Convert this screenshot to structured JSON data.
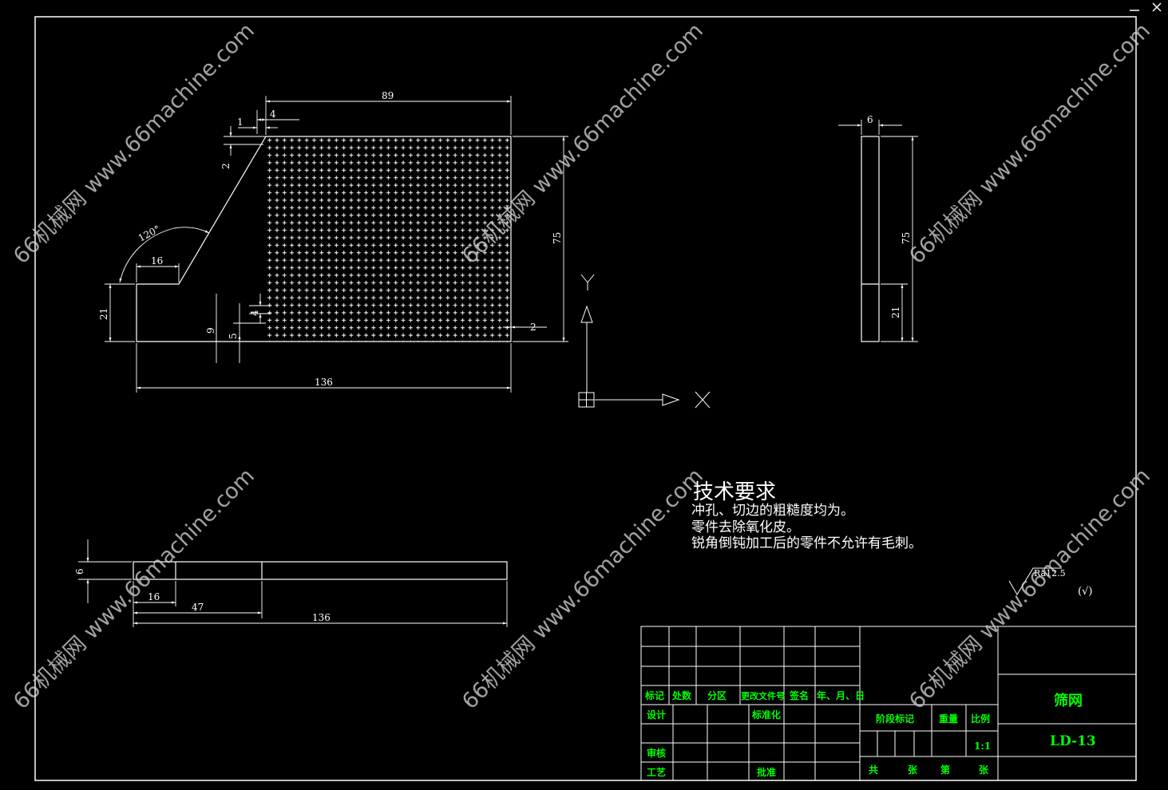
{
  "window": {
    "minimize_icon": "minimize-icon",
    "close_icon": "close-icon"
  },
  "watermark": "66机械网 www.66machine.com",
  "front_view": {
    "dims": {
      "top_width": "89",
      "offset_4": "4",
      "offset_1": "1",
      "offset_2_top": "2",
      "angle": "120°",
      "step_16": "16",
      "height_21": "21",
      "height_75": "75",
      "hole_9": "9",
      "hole_5": "5",
      "hole_4": "4",
      "edge_2": "2",
      "total_136": "136"
    }
  },
  "side_view": {
    "dims": {
      "thickness": "6",
      "height_75": "75",
      "height_21": "21"
    }
  },
  "bottom_view": {
    "dims": {
      "thickness": "6",
      "len_16": "16",
      "len_47": "47",
      "len_136": "136"
    }
  },
  "axis": {
    "y_label": "Y",
    "x_label": "X"
  },
  "tech_requirements": {
    "title": "技术要求",
    "lines": [
      "冲孔、切边的粗糙度均为。",
      "零件去除氧化皮。",
      "锐角倒钝加工后的零件不允许有毛刺。"
    ]
  },
  "roughness": {
    "value": "Ra12.5",
    "other": "(√)"
  },
  "title_block": {
    "headers": [
      "标记",
      "处数",
      "分区",
      "更改文件号",
      "签名",
      "年、月、日"
    ],
    "design": "设计",
    "standardize": "标准化",
    "review": "审核",
    "process": "工艺",
    "approve": "批准",
    "stage_mark": "阶段标记",
    "weight": "重量",
    "scale_label": "比例",
    "scale_value": "1:1",
    "total": "共",
    "sheets": "张",
    "sheet_no": "第",
    "sheet_suffix": "张",
    "part_name": "筛网",
    "drawing_no": "LD-13"
  },
  "colors": {
    "background": "#000000",
    "lines": "#ffffff",
    "title_text": "#00ff00",
    "watermark": "#cfcfcf"
  }
}
